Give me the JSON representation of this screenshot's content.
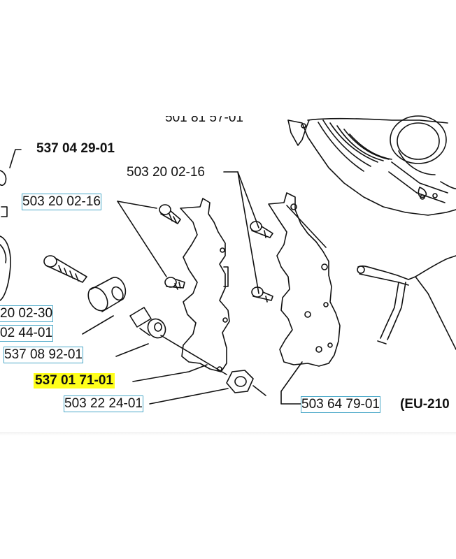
{
  "parts": {
    "top_partial": "501 81 57-01",
    "p537_04_29": "537 04 29-01",
    "p503_20_02_16_a": "503 20 02-16",
    "p503_20_02_16_b": "503 20 02-16",
    "p20_02_30": "20 02-30",
    "p02_44_01": "02 44-01",
    "p537_08_92": "537 08 92-01",
    "p537_01_71": "537 01 71-01",
    "p503_22_24": "503 22 24-01",
    "p503_64_79": "503 64 79-01",
    "eu_note": "(EU-210"
  },
  "colors": {
    "highlight": "#ffff1a",
    "label_box": "#4aa8c8",
    "ink": "#111111"
  }
}
